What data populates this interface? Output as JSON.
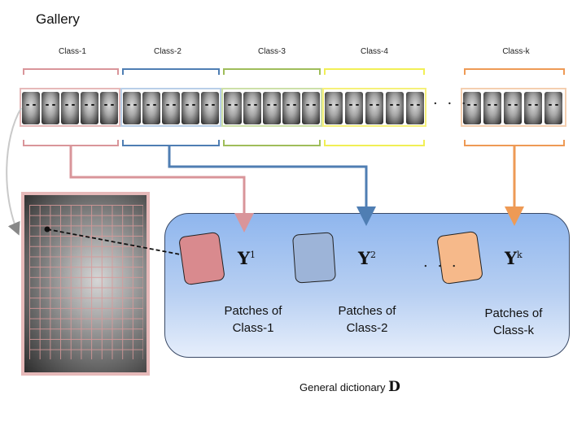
{
  "title": "Gallery",
  "classes": [
    "Class-1",
    "Class-2",
    "Class-3",
    "Class-4",
    "Class-k"
  ],
  "colors": {
    "class1": "#d9959a",
    "class2": "#4f7eb3",
    "class3": "#9fbd5a",
    "class4": "#f1ef55",
    "classk": "#ee9a55"
  },
  "ellipsis": ". . .",
  "symbols": {
    "y1_base": "Y",
    "y1_sup": "1",
    "y2_base": "Y",
    "y2_sup": "2",
    "yk_base": "Y",
    "yk_sup": "k"
  },
  "patches_labels": [
    "Patches of Class-1",
    "Patches of Class-2",
    "Patches of Class-k"
  ],
  "dictionary_label": "General dictionary",
  "dictionary_symbol": "D"
}
